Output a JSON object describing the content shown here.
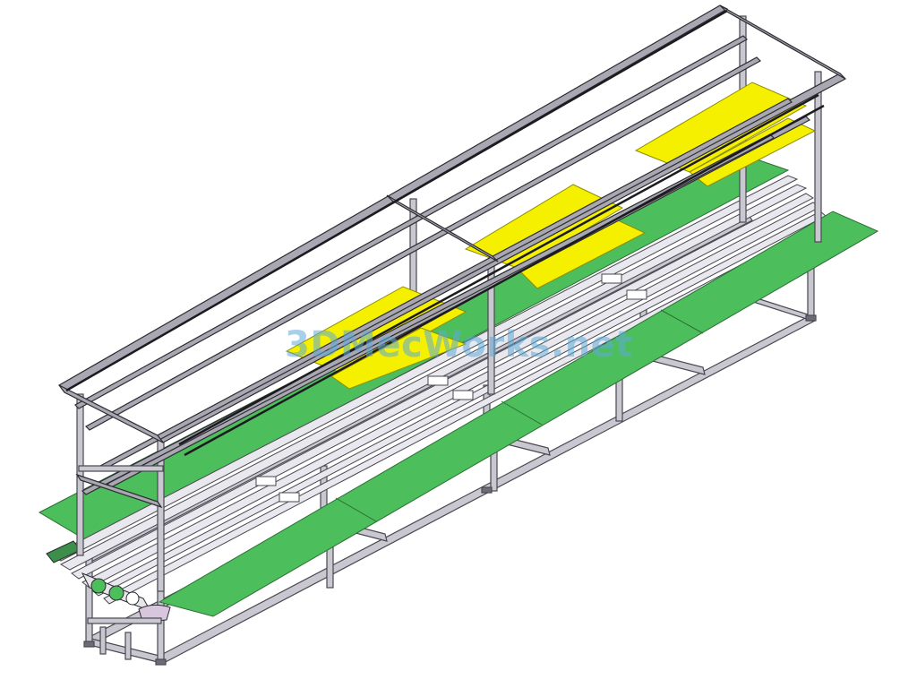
{
  "watermark": {
    "text": "3DMecWorks.net"
  },
  "colors": {
    "background": "#ffffff",
    "frame": "#9c9aa6",
    "frame_dark": "#4a4850",
    "board_green": "#4cbe5c",
    "strip_yellow": "#f4f000",
    "watermark": "#5faad7"
  },
  "drawing": {
    "subject": "workbench-conveyor-line",
    "style": "isometric-cad-render"
  }
}
